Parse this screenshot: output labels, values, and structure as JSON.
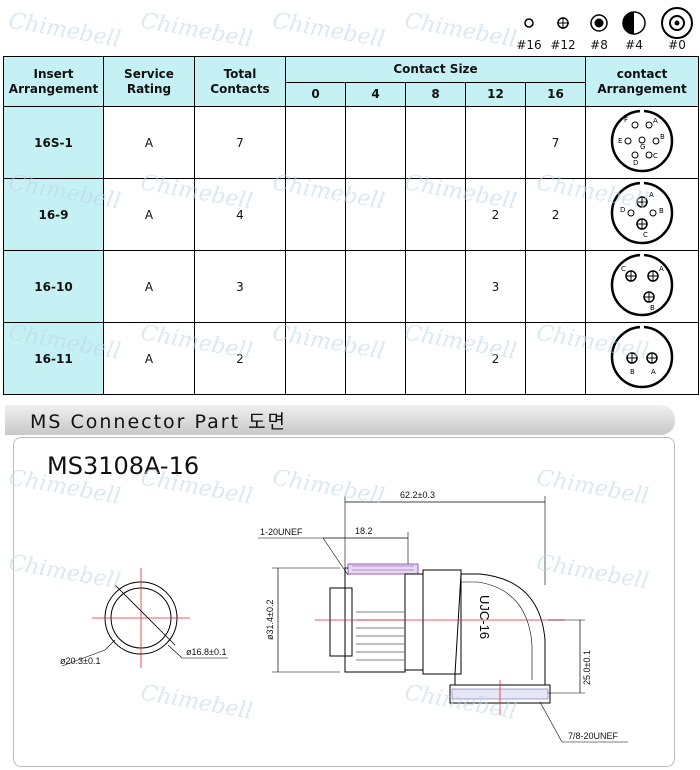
{
  "legend": [
    {
      "label": "#16",
      "icon": "small-ring-icon"
    },
    {
      "label": "#12",
      "icon": "crosshair-ring-icon"
    },
    {
      "label": "#8",
      "icon": "filled-ring-icon"
    },
    {
      "label": "#4",
      "icon": "half-filled-ring-icon"
    },
    {
      "label": "#0",
      "icon": "large-ring-icon"
    }
  ],
  "table": {
    "headers": {
      "insert_arrangement": "Insert Arrangement",
      "service_rating": "Service Rating",
      "total_contacts": "Total Contacts",
      "contact_size": "Contact Size",
      "contact_arrangement": "contact Arrangement",
      "sizes": [
        "0",
        "4",
        "8",
        "12",
        "16"
      ]
    },
    "rows": [
      {
        "arrangement": "16S-1",
        "rating": "A",
        "total": "7",
        "sizes": [
          "",
          "",
          "",
          "",
          "7"
        ],
        "pin_labels": [
          "A",
          "B",
          "C",
          "D",
          "E",
          "F",
          "G"
        ]
      },
      {
        "arrangement": "16-9",
        "rating": "A",
        "total": "4",
        "sizes": [
          "",
          "",
          "",
          "2",
          "2"
        ],
        "pin_labels": [
          "A",
          "B",
          "C",
          "D"
        ]
      },
      {
        "arrangement": "16-10",
        "rating": "A",
        "total": "3",
        "sizes": [
          "",
          "",
          "",
          "3",
          ""
        ],
        "pin_labels": [
          "A",
          "B",
          "C"
        ]
      },
      {
        "arrangement": "16-11",
        "rating": "A",
        "total": "2",
        "sizes": [
          "",
          "",
          "",
          "2",
          ""
        ],
        "pin_labels": [
          "A",
          "B"
        ]
      }
    ]
  },
  "section_title": "MS Connector Part 도면",
  "part_number": "MS3108A-16",
  "drawing": {
    "dim_total_length": "62.2±0.3",
    "dim_thread_top": "1-20UNEF",
    "dim_length": "18.2",
    "dim_height": "ø31.4±0.2",
    "dim_side_height": "25.0±0.1",
    "dim_thread_bottom": "7/8-20UNEF",
    "dim_outer_dia": "ø20.3±0.1",
    "dim_inner_dia": "ø16.8±0.1",
    "body_marking": "UJC-16"
  },
  "watermark": "Chimebell"
}
